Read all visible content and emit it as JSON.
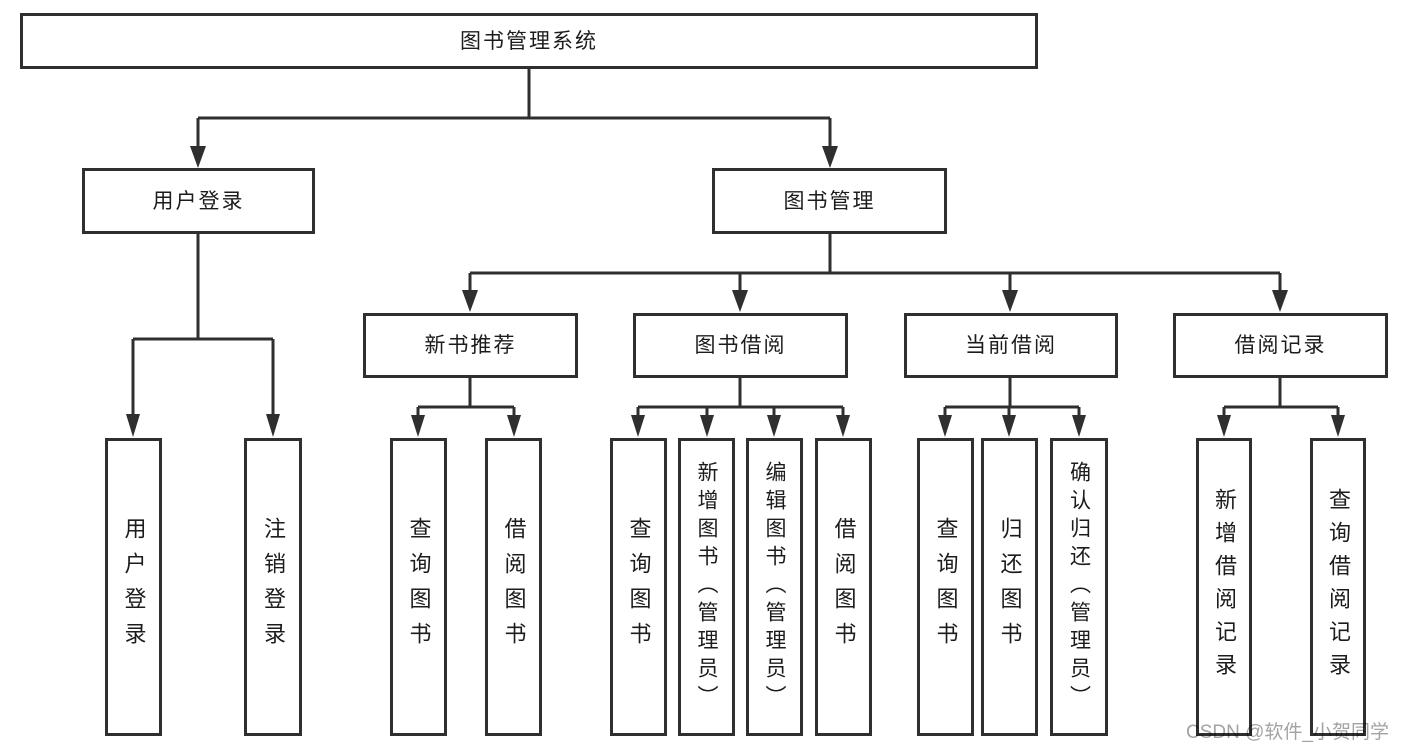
{
  "nodes": {
    "root": "图书管理系统",
    "user_login": "用户登录",
    "book_management": "图书管理",
    "new_book_recommend": "新书推荐",
    "book_borrow": "图书借阅",
    "current_borrow": "当前借阅",
    "borrow_records": "借阅记录",
    "leaf_user_login": "用户登录",
    "leaf_logout": "注销登录",
    "leaf_query_book_1": "查询图书",
    "leaf_borrow_book_1": "借阅图书",
    "leaf_query_book_2": "查询图书",
    "leaf_add_book_admin": "新增图书（管理员）",
    "leaf_edit_book_admin": "编辑图书（管理员）",
    "leaf_borrow_book_2": "借阅图书",
    "leaf_query_book_3": "查询图书",
    "leaf_return_book": "归还图书",
    "leaf_confirm_return_admin": "确认归还（管理员）",
    "leaf_add_borrow_record": "新增借阅记录",
    "leaf_query_borrow_record": "查询借阅记录"
  },
  "hierarchy": {
    "图书管理系统": {
      "用户登录": [
        "用户登录",
        "注销登录"
      ],
      "图书管理": {
        "新书推荐": [
          "查询图书",
          "借阅图书"
        ],
        "图书借阅": [
          "查询图书",
          "新增图书（管理员）",
          "编辑图书（管理员）",
          "借阅图书"
        ],
        "当前借阅": [
          "查询图书",
          "归还图书",
          "确认归还（管理员）"
        ],
        "借阅记录": [
          "新增借阅记录",
          "查询借阅记录"
        ]
      }
    }
  },
  "watermark": "CSDN @软件_小贺同学",
  "colors": {
    "line": "#2f2f2f",
    "box_border": "#2f2f2f",
    "text": "#1c1c1c",
    "watermark": "#a3a3a3",
    "background": "#ffffff"
  }
}
